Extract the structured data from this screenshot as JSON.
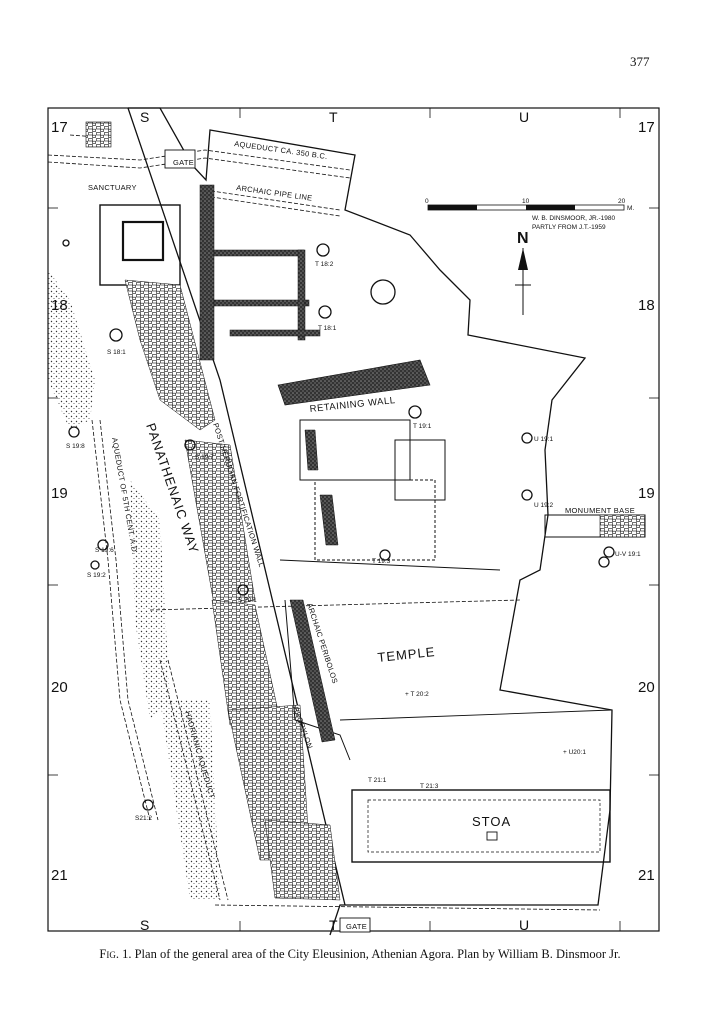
{
  "page_number": "377",
  "caption": {
    "label": "Fig. 1.",
    "text": "Plan of the general area of the City Eleusinion, Athenian Agora. Plan by William B. Dinsmoor Jr."
  },
  "grid": {
    "letters": [
      "S",
      "T",
      "U"
    ],
    "numbers": [
      "17",
      "18",
      "19",
      "20",
      "21"
    ]
  },
  "scale": {
    "ticks": [
      "0",
      "10",
      "20"
    ],
    "unit": "M.",
    "credit_1": "W. B. DINSMOOR, JR.-1980",
    "credit_2": "PARTLY FROM J.T.-1959"
  },
  "north_label": "N",
  "labels": {
    "gate_top": "GATE",
    "gate_bottom": "GATE",
    "sanctuary": "SANCTUARY",
    "aqueduct_350": "AQUEDUCT CA. 350 B.C.",
    "archaic_pipe": "ARCHAIC PIPE LINE",
    "retaining_wall": "RETAINING WALL",
    "panathenaic_way": "PANATHENAIC WAY",
    "aqueduct_5th": "AQUEDUCT OF 5TH CENT. A.D.",
    "post_herulian": "POST-HERULIAN FORTIFICATION WALL",
    "archaic_peribolos": "ARCHAIC PERIBOLOS",
    "temple": "TEMPLE",
    "monument_base": "MONUMENT BASE",
    "propylon": "PROPYLON",
    "hadrianic_aqueduct": "HADRIANIC AQUEDUCT",
    "stoa": "STOA"
  },
  "finds": {
    "t18_2": "T 18:2",
    "t18_1": "T 18:1",
    "s18_1": "S 18:1",
    "s19_8": "S 19:8",
    "s19_7": "S 19:7",
    "t19_1": "T 19:1",
    "u19_1": "U 19:1",
    "u19_2": "U 19:2",
    "uv19_1": "U-V 19:1",
    "s19_6": "S 19:6",
    "s19_2": "S 19:2",
    "t19_3": "T 19:3",
    "s20_1": "S 20:1",
    "t20_2": "+ T 20:2",
    "u20_1": "+ U20:1",
    "t21_1": "T 21:1",
    "t21_3": "T 21:3",
    "s21_2": "S21:2"
  },
  "colors": {
    "ink": "#111111",
    "paper": "#ffffff",
    "hatch": "#555555"
  }
}
